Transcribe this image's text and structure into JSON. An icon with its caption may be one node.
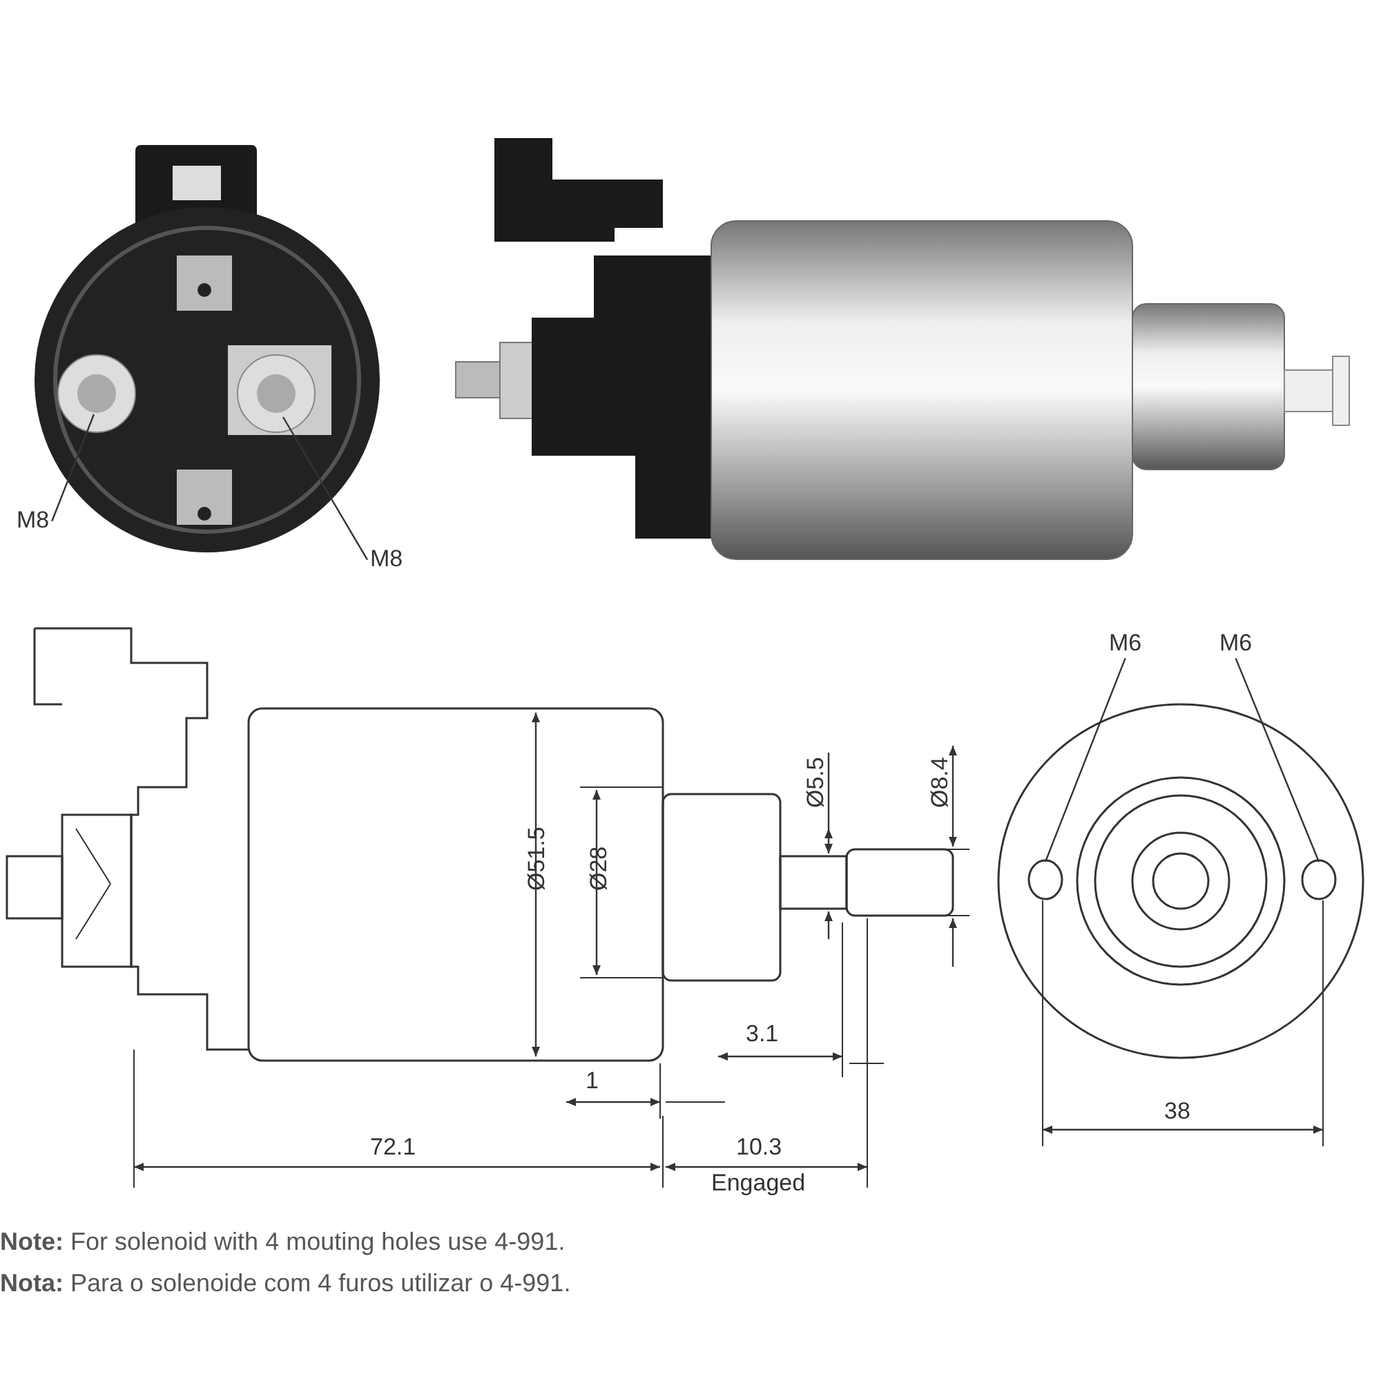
{
  "diagram": {
    "nodes": [
      {
        "text": [
          "M8"
        ]
      },
      {
        "text": [
          "M8"
        ]
      },
      {
        "text": [
          "M6"
        ]
      },
      {
        "text": [
          "M6"
        ]
      }
    ],
    "edges": [
      {
        "from": 0,
        "to": null,
        "arrow": "none"
      },
      {
        "from": 1,
        "to": null,
        "arrow": "none"
      },
      {
        "from": 2,
        "to": null,
        "arrow": "none"
      },
      {
        "from": 3,
        "to": null,
        "arrow": "none"
      }
    ],
    "labels": [
      "Ø5.5",
      "Ø8.4",
      "Ø51.5",
      "Ø28",
      "3.1",
      "1",
      "72.1",
      "10.3",
      "Engaged",
      "38",
      "**Note:** For solenoid with 4 mouting holes use 4-991.",
      "**Nota:** Para o solenoide com 4 furos utilizar o 4-991."
    ]
  }
}
